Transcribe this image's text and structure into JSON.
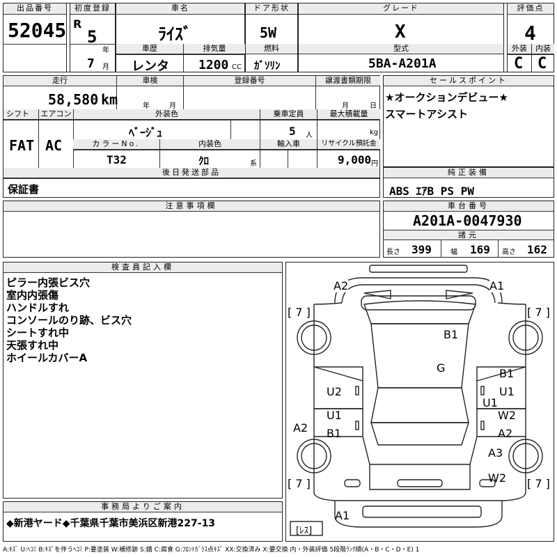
{
  "row1": {
    "lot_label": "出品番号",
    "lot_no": "52045",
    "first_reg_label": "初度登録",
    "era": "R",
    "year": "5",
    "year_unit": "年",
    "month": "7",
    "month_unit": "月",
    "car_name_label": "車名",
    "car_name": "ﾗｲｽﾞ",
    "history_label": "車歴",
    "history": "レンタ",
    "displacement_label": "排気量",
    "displacement": "1200",
    "cc": "CC",
    "door_label": "ドア形状",
    "door": "5W",
    "fuel_label": "燃料",
    "fuel": "ｶﾞｿﾘﾝ",
    "grade_label": "グレード",
    "grade": "X",
    "model_label": "型式",
    "model": "5BA-A201A",
    "score_label": "評価点",
    "score": "4",
    "ext_label": "外装",
    "ext": "C",
    "int_label": "内装",
    "int": "C"
  },
  "row2": {
    "mileage_label": "走行",
    "mileage": "58,580",
    "km": "km",
    "inspection_label": "車検",
    "insp_year_unit": "年",
    "insp_month_unit": "月",
    "reg_label": "登録番号",
    "transfer_label": "譲渡書類期限",
    "tr_month_unit": "月",
    "tr_day_unit": "日",
    "shift_label": "シフト",
    "shift": "FAT",
    "ac_label": "エアコン",
    "ac": "AC",
    "ext_color_label": "外装色",
    "ext_color": "ﾍﾞｰｼﾞｭ",
    "capacity_label": "乗車定員",
    "capacity": "5",
    "capacity_unit": "人",
    "load_label": "最大積載量",
    "load_unit": "kg",
    "color_no_label": "カラーNo.",
    "color_no": "T32",
    "int_color_label": "内装色",
    "int_color": "ｸﾛ",
    "int_color_unit": "系",
    "import_label": "輸入車",
    "recycle_label": "リサイクル預託金",
    "recycle": "9,000",
    "recycle_unit": "円",
    "later_label": "後日発送部品",
    "later": "保証書"
  },
  "sales": {
    "label": "セールスポイント",
    "lines": [
      "★オークションデビュー★",
      "スマートアシスト"
    ]
  },
  "equipment": {
    "label": "純正装備",
    "value": "ABS ｴｱB PS PW"
  },
  "notes": {
    "label": "注意事項欄"
  },
  "chassis": {
    "label": "車台番号",
    "value": "A201A-0047930",
    "dims_label": "諸元",
    "length_label": "長さ",
    "length": "399",
    "width_label": "幅",
    "width": "169",
    "height_label": "高さ",
    "height": "162"
  },
  "inspector": {
    "label": "検査員記入欄",
    "lines": [
      "ピラー内張ビス穴",
      "室内内張傷",
      "ハンドルすれ",
      "コンソールのり跡、ビス穴",
      "シートすれ中",
      "天張すれ中",
      "ホイールカバーA"
    ]
  },
  "office": {
    "label": "事務局よりご案内",
    "value": "◆新港ヤード◆千葉県千葉市美浜区新港227-13"
  },
  "diagram": {
    "marks": {
      "a2_front_left": "A2",
      "a1_front_right": "A1",
      "t_fl": "[ 7 ]",
      "t_fr": "[ 7 ]",
      "t_rl": "[ 7 ]",
      "t_rr": "[ 7 ]",
      "b1_hood": "B1",
      "g_glass": "G",
      "u2_left": "U2",
      "u1_left": "U1",
      "b1_left": "B1",
      "b1_right": "B1",
      "u1_right": "U1",
      "u1_right2": "U1",
      "w2_right": "W2",
      "a2_left_rear": "A2",
      "a2_right": "A2",
      "a3_right": "A3",
      "w2_right_rear": "W2",
      "a1_rear": "A1",
      "less": "[ﾚｽ]"
    }
  },
  "legend": "A:ｷｽﾞ U:ﾍｺﾐ B:ｷｽﾞを伴うﾍｺﾐ P:要塗装 W:補修跡 S:錆 C:腐食 G:ﾌﾛﾝﾄｶﾞﾗｽ点ｷｽﾞ XX:交換済み X:要交換 内・外装評価 5段階ﾗﾝｸ順(A・B・C・D・E) 1"
}
